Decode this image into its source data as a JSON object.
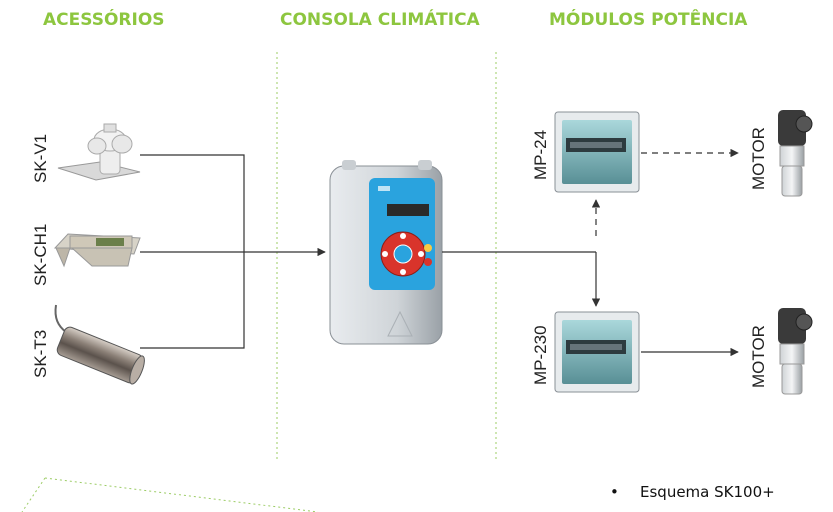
{
  "headers": {
    "accessories": "ACESSÓRIOS",
    "console": "CONSOLA CLIMÁTICA",
    "power_modules": "MÓDULOS POTÊNCIA"
  },
  "accessories": [
    {
      "label": "SK-V1"
    },
    {
      "label": "SK-CH1"
    },
    {
      "label": "SK-T3"
    }
  ],
  "modules": [
    {
      "label": "MP-24",
      "motor": "MOTOR"
    },
    {
      "label": "MP-230",
      "motor": "MOTOR"
    }
  ],
  "footer": {
    "bullet": "•",
    "text": "Esquema SK100+"
  },
  "colors": {
    "header_green": "#8dc63f",
    "divider_green": "#9ccc65",
    "line": "#333333",
    "console_blue": "#2aa3de",
    "dial_red": "#d9342b"
  }
}
